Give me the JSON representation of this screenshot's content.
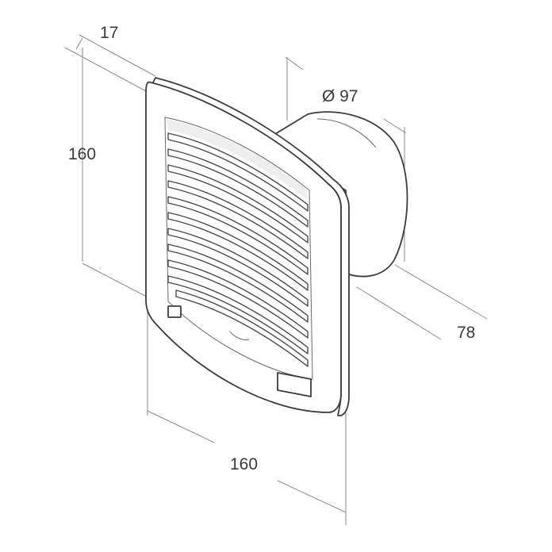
{
  "dimensions": {
    "depth_front": "17",
    "height": "160",
    "diameter": "Ø 97",
    "depth_total": "78",
    "width": "160"
  }
}
